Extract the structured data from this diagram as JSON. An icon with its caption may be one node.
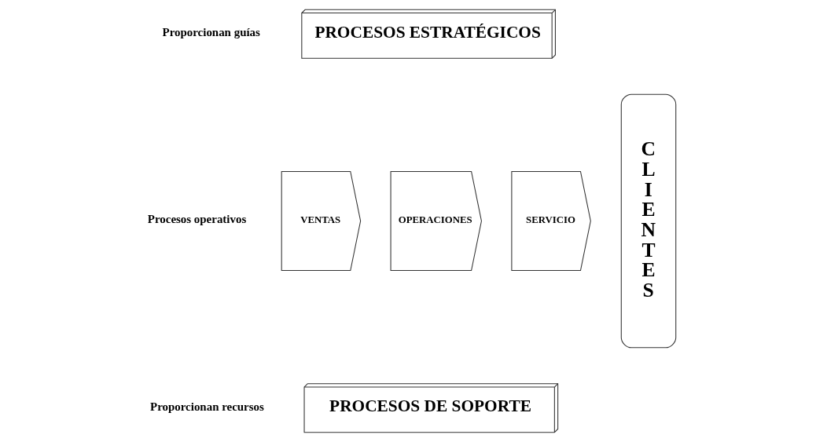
{
  "diagram": {
    "nodes": [
      {
        "text": [
          "PROCESOS ESTRATÉGICOS"
        ]
      },
      {
        "text": [
          "VENTAS"
        ]
      },
      {
        "text": [
          "OPERACIONES"
        ]
      },
      {
        "text": [
          "SERVICIO"
        ]
      },
      {
        "text": [
          "PROCESOS DE SOPORTE"
        ]
      },
      {
        "text": [
          "CLIENTES"
        ]
      }
    ],
    "edges": [],
    "labels": [
      "Proporcionan guías",
      "Procesos operativos",
      "Proporcionan recursos"
    ]
  }
}
